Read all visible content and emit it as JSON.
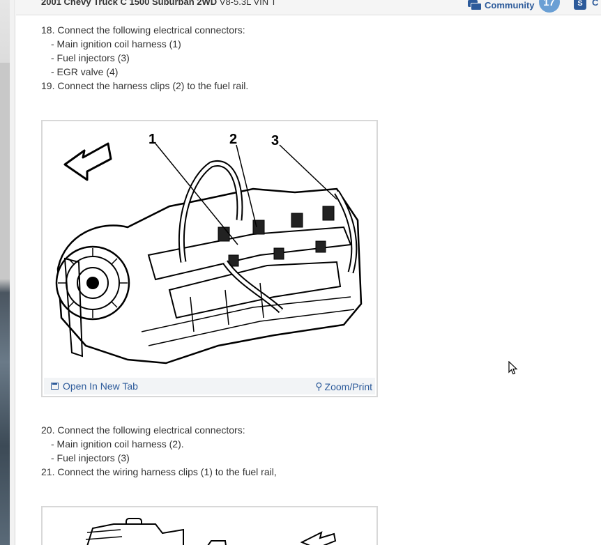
{
  "header": {
    "title_bold": "2001 Chevy Truck C 1500 Suburban 2WD",
    "title_rest": "V8-5.3L VIN T",
    "community_label": "Community",
    "community_count": "17",
    "community_icon": "chat-bubbles-icon",
    "s_icon_letter": "S",
    "s_icon_trail": "C"
  },
  "steps_a": [
    {
      "text": "18. Connect the following electrical connectors:",
      "sub": false
    },
    {
      "text": "-  Main ignition coil harness (1)",
      "sub": true
    },
    {
      "text": "-  Fuel injectors (3)",
      "sub": true
    },
    {
      "text": "-  EGR valve (4)",
      "sub": true
    },
    {
      "text": "19. Connect the harness clips (2) to the fuel rail.",
      "sub": false
    }
  ],
  "figure_a": {
    "callouts": [
      "1",
      "2",
      "3"
    ],
    "open_tab_label": "Open In New Tab",
    "zoom_label": "Zoom/Print"
  },
  "steps_b": [
    {
      "text": "20. Connect the following electrical connectors:",
      "sub": false
    },
    {
      "text": "-  Main ignition coil harness (2).",
      "sub": true
    },
    {
      "text": "-  Fuel injectors (3)",
      "sub": true
    },
    {
      "text": "21. Connect the wiring harness clips (1) to the fuel rail,",
      "sub": false
    }
  ],
  "colors": {
    "link": "#2c5a9a",
    "badge": "#6a9fd4",
    "text": "#333333"
  }
}
